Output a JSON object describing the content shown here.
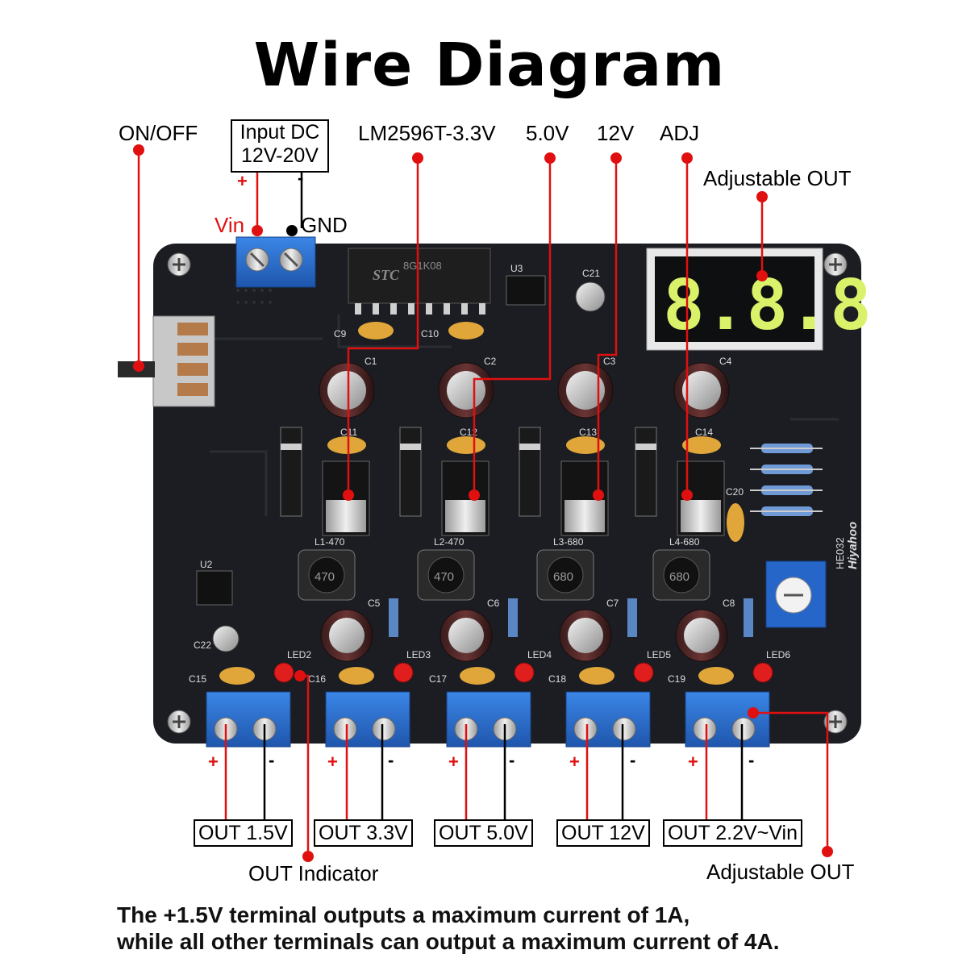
{
  "title": "Wire Diagram",
  "labels": {
    "on_off": "ON/OFF",
    "input_line1": "Input DC",
    "input_line2": "12V-20V",
    "plus": "+",
    "minus": "-",
    "vin": "Vin",
    "gnd": "GND",
    "lm2596": "LM2596T-3.3V",
    "v50": "5.0V",
    "v12": "12V",
    "adj": "ADJ",
    "adjustable_out_top": "Adjustable OUT",
    "out_indicator": "OUT Indicator",
    "adjustable_out_bottom": "Adjustable OUT"
  },
  "outputs": [
    {
      "label": "OUT 1.5V"
    },
    {
      "label": "OUT 3.3V"
    },
    {
      "label": "OUT 5.0V"
    },
    {
      "label": "OUT 12V"
    },
    {
      "label": "OUT 2.2V~Vin"
    }
  ],
  "board": {
    "chip": "8G1K08",
    "chip_brand": "STC",
    "u3": "U3",
    "u2": "U2",
    "c21": "C21",
    "c22": "C22",
    "c9": "C9",
    "c10": "C10",
    "caps_top": [
      "C1",
      "C2",
      "C3",
      "C4"
    ],
    "caps_mid": [
      "C11",
      "C12",
      "C13",
      "C14"
    ],
    "inductor_labels": [
      "L1-470",
      "L2-470",
      "L3-680",
      "L4-680"
    ],
    "inductor_values": [
      "470",
      "470",
      "680",
      "680"
    ],
    "caps_low": [
      "C5",
      "C6",
      "C7",
      "C8"
    ],
    "leds": [
      "LED2",
      "LED3",
      "LED4",
      "LED5",
      "LED6"
    ],
    "caps_bottom": [
      "C15",
      "C16",
      "C17",
      "C18",
      "C19"
    ],
    "c20": "C20",
    "model": "HE032",
    "brand": "Hiyahoo",
    "display": "8.8.8"
  },
  "note": {
    "line1": "The +1.5V terminal outputs a maximum current of 1A,",
    "line2": "while all other terminals can output a maximum current of 4A."
  },
  "colors": {
    "callout_red": "#e01010",
    "board": "#1b1d22",
    "terminal_blue": "#2a6fd0",
    "display_green": "#d9f26a"
  }
}
